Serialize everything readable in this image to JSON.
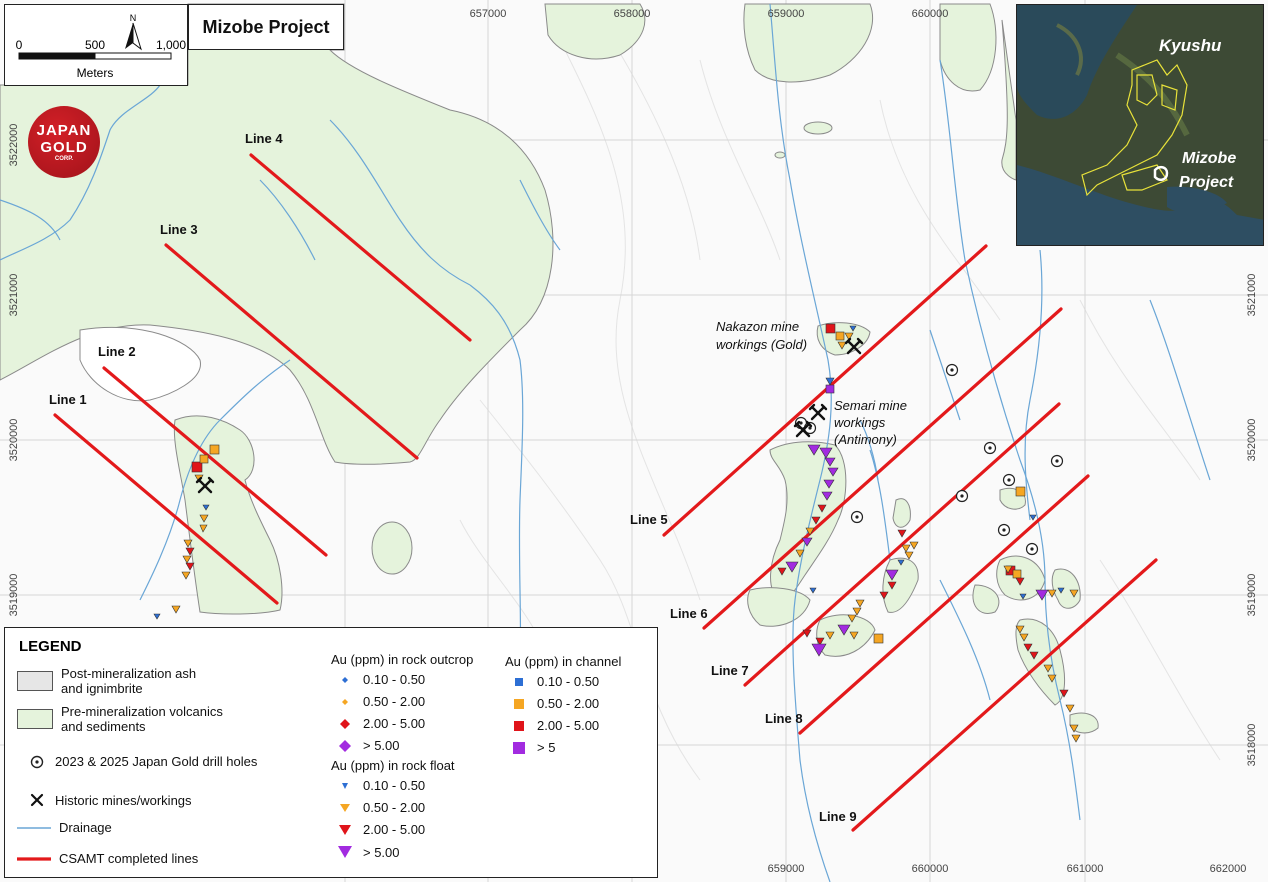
{
  "title": "Mizobe Project",
  "scale": {
    "labels": [
      "0",
      "500",
      "1,000"
    ],
    "unit": "Meters",
    "north": "N"
  },
  "logo": {
    "line1": "JAPAN",
    "line2": "GOLD",
    "line3": "CORP."
  },
  "grid": {
    "eastings": [
      "657000",
      "658000",
      "659000",
      "660000"
    ],
    "eastings_bottom": [
      "659000",
      "660000",
      "661000",
      "662000"
    ],
    "northings_left": [
      "3522000",
      "3521000",
      "3520000",
      "3519000"
    ],
    "northings_right": [
      "3521000",
      "3520000",
      "3519000",
      "3518000"
    ]
  },
  "csamt_lines": [
    {
      "label": "Line 1"
    },
    {
      "label": "Line 2"
    },
    {
      "label": "Line 3"
    },
    {
      "label": "Line 4"
    },
    {
      "label": "Line 5"
    },
    {
      "label": "Line 6"
    },
    {
      "label": "Line 7"
    },
    {
      "label": "Line 8"
    },
    {
      "label": "Line 9"
    }
  ],
  "annotations": {
    "nakazon": [
      "Nakazon mine",
      "workings (Gold)"
    ],
    "semari": [
      "Semari mine",
      "workings",
      "(Antimony)"
    ]
  },
  "inset": {
    "region": "Kyushu",
    "project_line1": "Mizobe",
    "project_line2": "Project"
  },
  "legend": {
    "title": "LEGEND",
    "ash": [
      "Post-mineralization ash",
      "and ignimbrite"
    ],
    "volcanics": [
      "Pre-mineralization volcanics",
      "and sediments"
    ],
    "drill": "2023 & 2025 Japan Gold drill holes",
    "mines": "Historic mines/workings",
    "drainage": "Drainage",
    "csamt": "CSAMT completed lines",
    "outcrop_title": "Au (ppm) in rock outcrop",
    "float_title": "Au (ppm) in rock float",
    "channel_title": "Au (ppm) in channel",
    "outcrop": [
      "0.10 - 0.50",
      "0.50 - 2.00",
      "2.00 - 5.00",
      "> 5.00"
    ],
    "float": [
      "0.10 - 0.50",
      "0.50 - 2.00",
      "2.00 - 5.00",
      "> 5.00"
    ],
    "channel": [
      "0.10 - 0.50",
      "0.50 - 2.00",
      "2.00 - 5.00",
      "> 5"
    ]
  },
  "colors": {
    "csamt": "#e3191b",
    "volcanics_fill": "#e5f3dc",
    "ash_fill": "#ffffff",
    "drainage": "#6aa6d6",
    "blue": "#2d6fd4",
    "orange": "#f5a623",
    "red": "#e0141a",
    "purple": "#a22be0",
    "inset_outline": "#e8e23a"
  }
}
